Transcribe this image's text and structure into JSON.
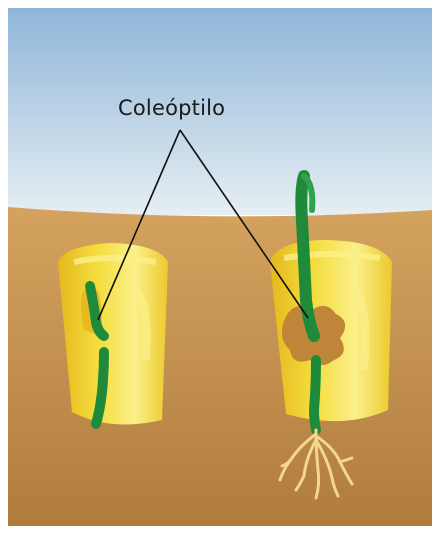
{
  "diagram": {
    "label": "Coleóptilo",
    "colors": {
      "sky_top": "#8fb6d9",
      "sky_bottom": "#e6eef3",
      "soil_top": "#d4a35f",
      "soil_bottom": "#b07c3e",
      "kernel": "#f4dc3c",
      "kernel_light": "#fbf08a",
      "kernel_shadow": "#e5b81e",
      "sprout_green": "#1f8a3a",
      "coleoptile_brown": "#bf8538",
      "root": "#f2d88a",
      "leader_line": "#111111"
    },
    "icons": [
      "corn-kernel-left",
      "corn-kernel-right",
      "coleoptile-shoot",
      "primary-root"
    ]
  }
}
